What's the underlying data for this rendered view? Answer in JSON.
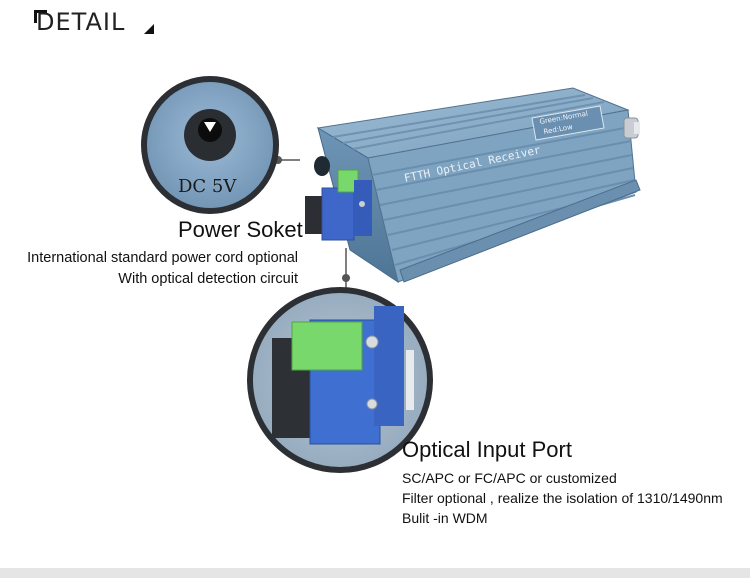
{
  "header": {
    "title": "DETAIL"
  },
  "device": {
    "label": "FTTH Optical Receiver",
    "led_legend": [
      "Green:Normal",
      "Red:Low"
    ]
  },
  "callouts": {
    "power": {
      "zoom_label": "DC 5V",
      "title": "Power Soket",
      "lines": [
        "International standard power cord optional",
        "With optical detection circuit"
      ]
    },
    "optical": {
      "title": "Optical Input Port",
      "lines": [
        "SC/APC  or FC/APC or customized",
        "Filter optional , realize the isolation of 1310/1490nm",
        "Bulit -in WDM"
      ]
    }
  },
  "colors": {
    "device_body": "#7aa0bf",
    "device_dark": "#5d84a6",
    "connector_blue": "#3f66c9",
    "connector_green": "#79d86b",
    "accent_dark": "#3e4a55"
  }
}
